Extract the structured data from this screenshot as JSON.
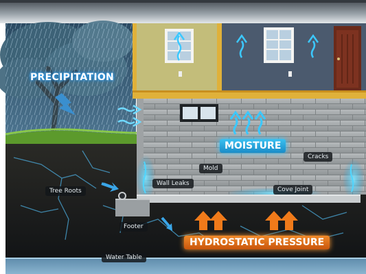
{
  "labels": {
    "precipitation": "PRECIPITATION",
    "moisture": "MOISTURE",
    "hydrostatic_pressure": "HYDROSTATIC PRESSURE",
    "tree_roots": "Tree Roots",
    "wall_leaks": "Wall Leaks",
    "mold": "Mold",
    "cracks": "Cracks",
    "cove_joint": "Cove Joint",
    "footer": "Footer",
    "water_table": "Water Table"
  },
  "colors": {
    "banner_blue": "#2aa8ff",
    "moisture_badge": "#1a8cc8",
    "pressure_badge": "#d9651a",
    "water_glow": "#2ec8ff",
    "pressure_arrow": "#f07a1a",
    "floor_beam": "#e0b13a"
  },
  "icons": {
    "rain": "rain-streaks",
    "moisture_arrows": "wavy-up-arrow",
    "pressure_arrows": "orange-up-arrow",
    "seepage_arrows": "blue-arrow"
  }
}
